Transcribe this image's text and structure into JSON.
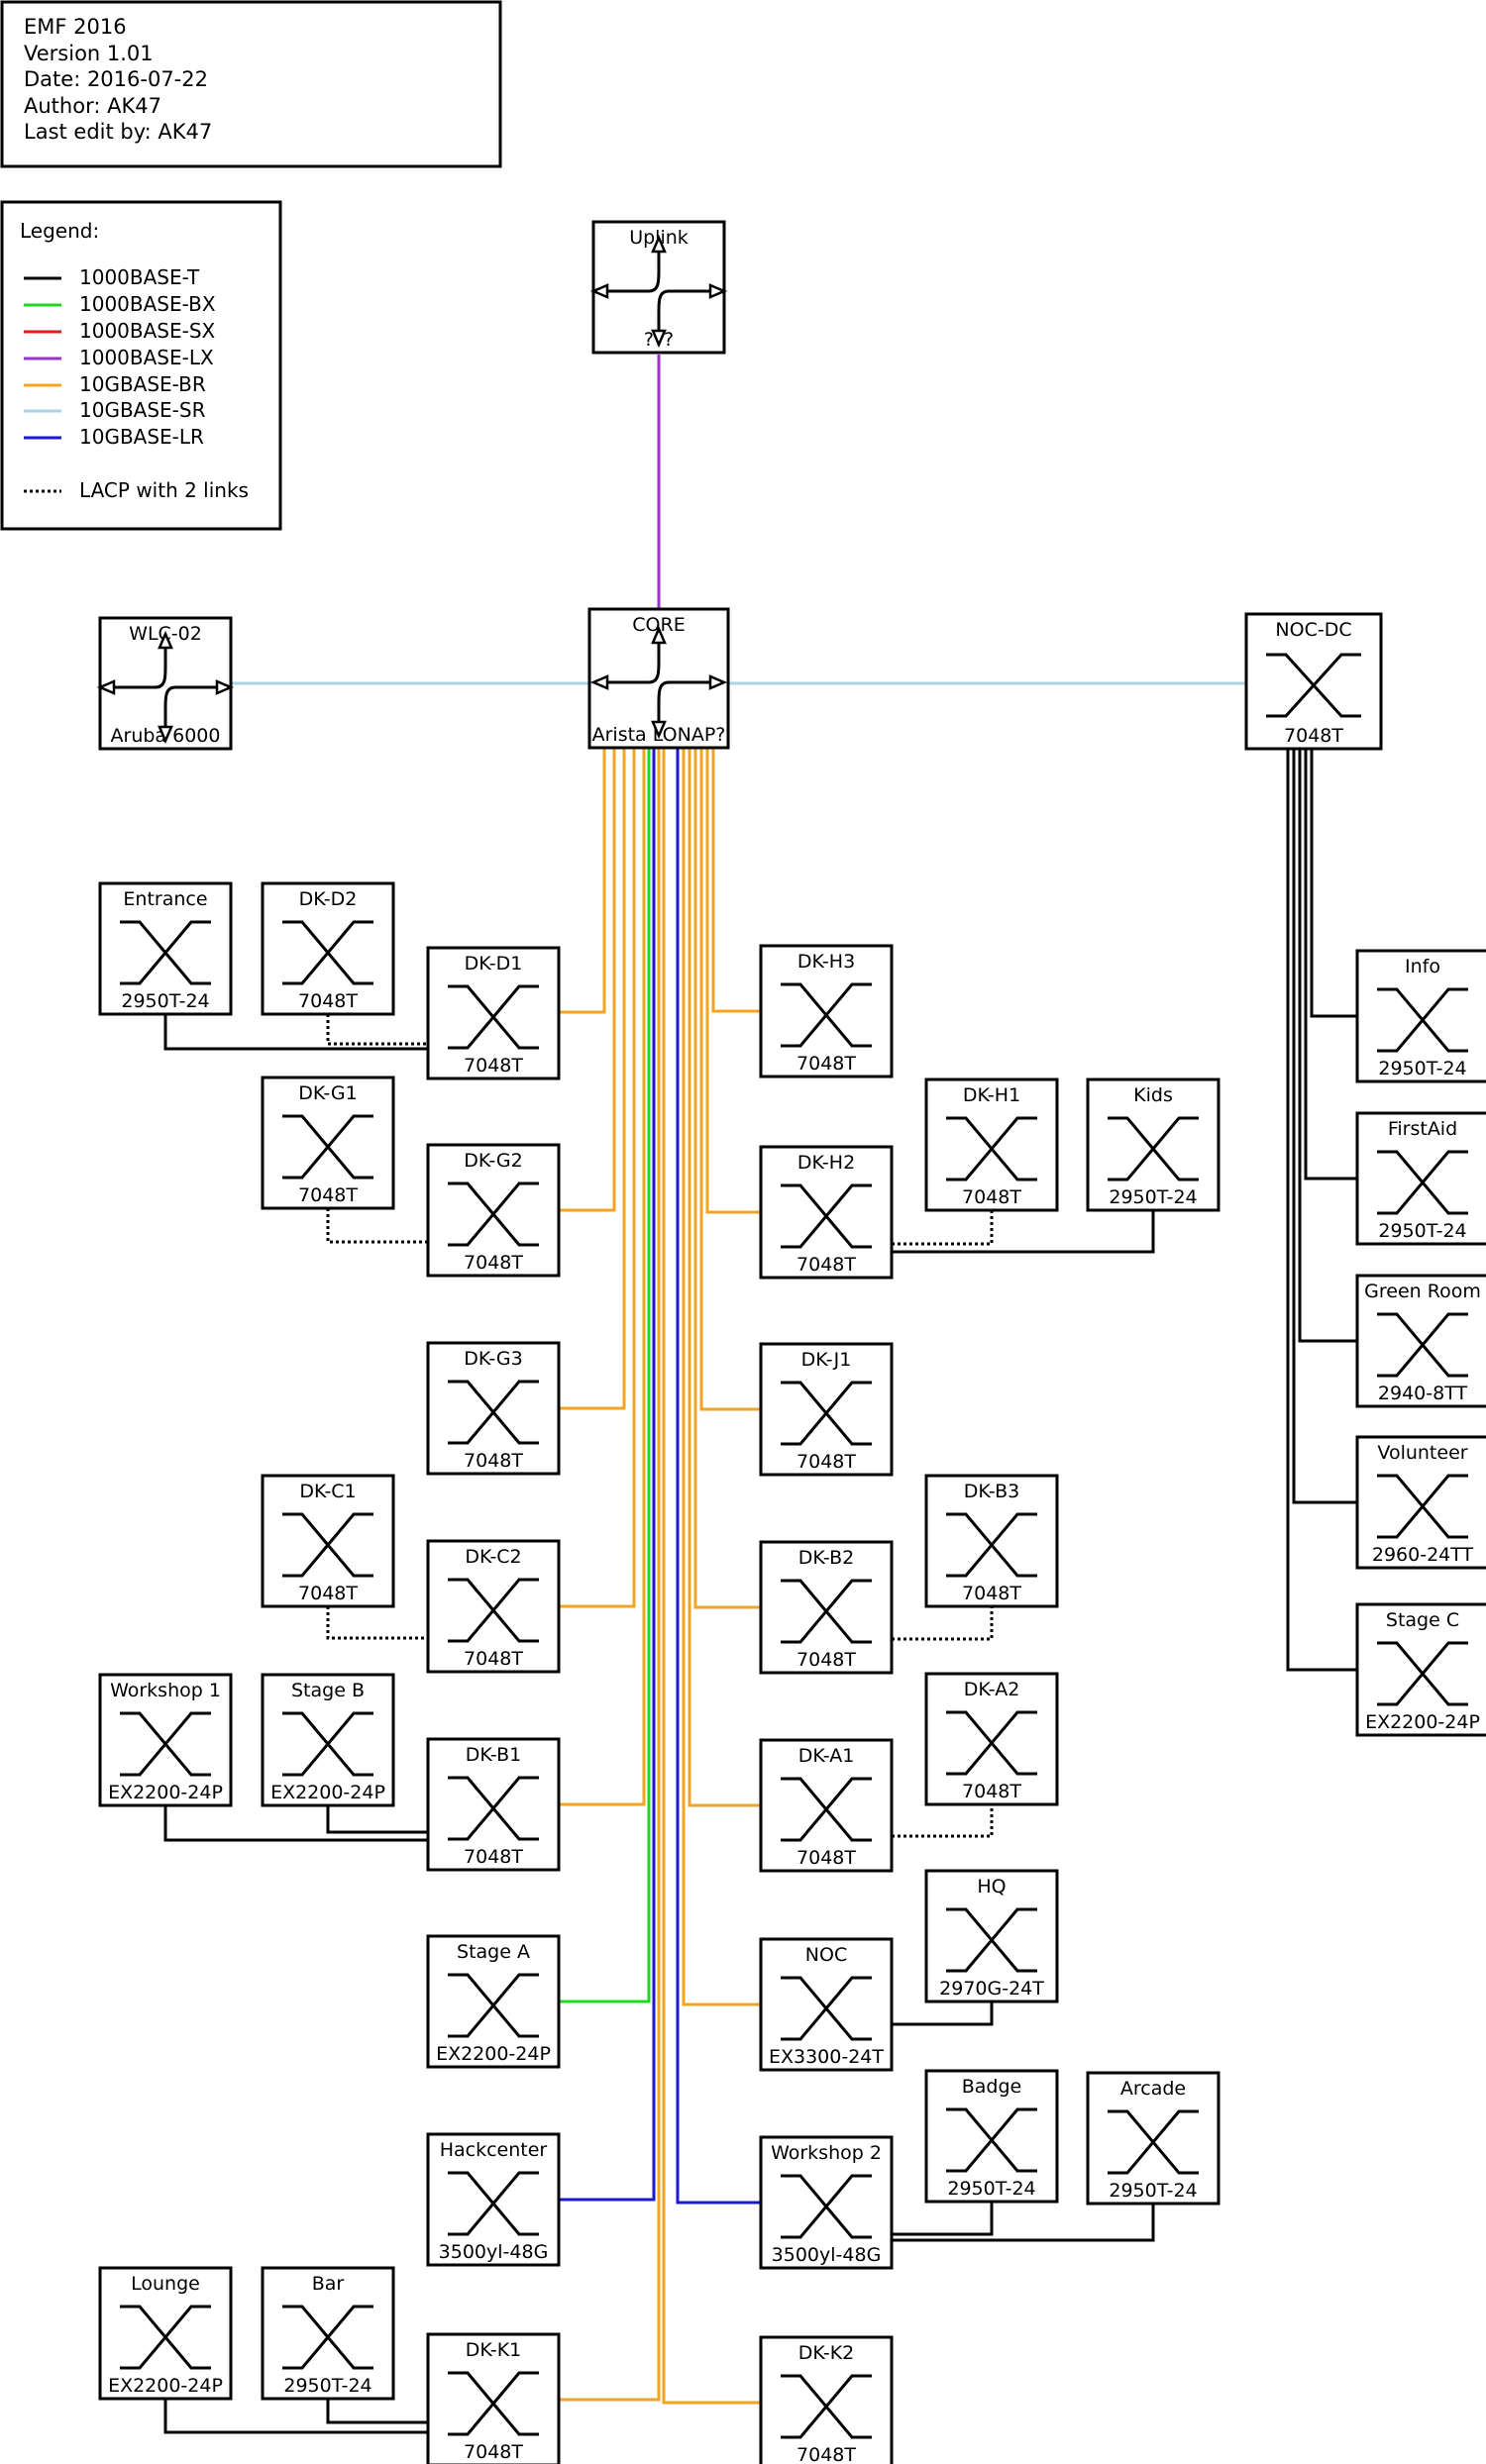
{
  "info": {
    "lines": [
      "EMF 2016",
      "Version 1.01",
      "Date: 2016-07-22",
      "Author: AK47",
      "Last edit by: AK47"
    ]
  },
  "legend": {
    "title": "Legend:",
    "items": [
      {
        "label": "1000BASE-T",
        "color": "#000000",
        "dashed": false
      },
      {
        "label": "1000BASE-BX",
        "color": "#1fd81f",
        "dashed": false
      },
      {
        "label": "1000BASE-SX",
        "color": "#e01c1c",
        "dashed": false
      },
      {
        "label": "1000BASE-LX",
        "color": "#9a35c8",
        "dashed": false
      },
      {
        "label": "10GBASE-BR",
        "color": "#f4a422",
        "dashed": false
      },
      {
        "label": "10GBASE-SR",
        "color": "#a8d4e6",
        "dashed": false
      },
      {
        "label": "10GBASE-LR",
        "color": "#1a1ad0",
        "dashed": false
      },
      {
        "label": "LACP with 2 links",
        "color": "#000000",
        "dashed": true
      }
    ]
  },
  "nodes": [
    {
      "id": "uplink",
      "name": "Uplink",
      "model": "???",
      "kind": "router"
    },
    {
      "id": "core",
      "name": "CORE",
      "model": "Arista LONAP?",
      "kind": "router"
    },
    {
      "id": "wlc02",
      "name": "WLC-02",
      "model": "Aruba 6000",
      "kind": "router"
    },
    {
      "id": "nocdc",
      "name": "NOC-DC",
      "model": "7048T",
      "kind": "switch"
    },
    {
      "id": "entrance",
      "name": "Entrance",
      "model": "2950T-24",
      "kind": "switch"
    },
    {
      "id": "dkd2",
      "name": "DK-D2",
      "model": "7048T",
      "kind": "switch"
    },
    {
      "id": "dkd1",
      "name": "DK-D1",
      "model": "7048T",
      "kind": "switch"
    },
    {
      "id": "dkh3",
      "name": "DK-H3",
      "model": "7048T",
      "kind": "switch"
    },
    {
      "id": "info",
      "name": "Info",
      "model": "2950T-24",
      "kind": "switch"
    },
    {
      "id": "dkg1",
      "name": "DK-G1",
      "model": "7048T",
      "kind": "switch"
    },
    {
      "id": "dkh1",
      "name": "DK-H1",
      "model": "7048T",
      "kind": "switch"
    },
    {
      "id": "kids",
      "name": "Kids",
      "model": "2950T-24",
      "kind": "switch"
    },
    {
      "id": "dkg2",
      "name": "DK-G2",
      "model": "7048T",
      "kind": "switch"
    },
    {
      "id": "dkh2",
      "name": "DK-H2",
      "model": "7048T",
      "kind": "switch"
    },
    {
      "id": "firstaid",
      "name": "FirstAid",
      "model": "2950T-24",
      "kind": "switch"
    },
    {
      "id": "greenroom",
      "name": "Green Room",
      "model": "2940-8TT",
      "kind": "switch"
    },
    {
      "id": "dkg3",
      "name": "DK-G3",
      "model": "7048T",
      "kind": "switch"
    },
    {
      "id": "dkj1",
      "name": "DK-J1",
      "model": "7048T",
      "kind": "switch"
    },
    {
      "id": "volunteer",
      "name": "Volunteer",
      "model": "2960-24TT",
      "kind": "switch"
    },
    {
      "id": "dkc1",
      "name": "DK-C1",
      "model": "7048T",
      "kind": "switch"
    },
    {
      "id": "dkb3",
      "name": "DK-B3",
      "model": "7048T",
      "kind": "switch"
    },
    {
      "id": "dkc2",
      "name": "DK-C2",
      "model": "7048T",
      "kind": "switch"
    },
    {
      "id": "dkb2",
      "name": "DK-B2",
      "model": "7048T",
      "kind": "switch"
    },
    {
      "id": "stagec",
      "name": "Stage C",
      "model": "EX2200-24P",
      "kind": "switch"
    },
    {
      "id": "workshop1",
      "name": "Workshop 1",
      "model": "EX2200-24P",
      "kind": "switch"
    },
    {
      "id": "stageb",
      "name": "Stage B",
      "model": "EX2200-24P",
      "kind": "switch"
    },
    {
      "id": "dka2",
      "name": "DK-A2",
      "model": "7048T",
      "kind": "switch"
    },
    {
      "id": "dkb1",
      "name": "DK-B1",
      "model": "7048T",
      "kind": "switch"
    },
    {
      "id": "dka1",
      "name": "DK-A1",
      "model": "7048T",
      "kind": "switch"
    },
    {
      "id": "hq",
      "name": "HQ",
      "model": "2970G-24T",
      "kind": "switch"
    },
    {
      "id": "stagea",
      "name": "Stage A",
      "model": "EX2200-24P",
      "kind": "switch"
    },
    {
      "id": "noc",
      "name": "NOC",
      "model": "EX3300-24T",
      "kind": "switch"
    },
    {
      "id": "badge",
      "name": "Badge",
      "model": "2950T-24",
      "kind": "switch"
    },
    {
      "id": "arcade",
      "name": "Arcade",
      "model": "2950T-24",
      "kind": "switch"
    },
    {
      "id": "hackcenter",
      "name": "Hackcenter",
      "model": "3500yl-48G",
      "kind": "switch"
    },
    {
      "id": "workshop2",
      "name": "Workshop 2",
      "model": "3500yl-48G",
      "kind": "switch"
    },
    {
      "id": "lounge",
      "name": "Lounge",
      "model": "EX2200-24P",
      "kind": "switch"
    },
    {
      "id": "bar",
      "name": "Bar",
      "model": "2950T-24",
      "kind": "switch"
    },
    {
      "id": "dkk1",
      "name": "DK-K1",
      "model": "7048T",
      "kind": "switch"
    },
    {
      "id": "dkk2",
      "name": "DK-K2",
      "model": "7048T",
      "kind": "switch"
    }
  ],
  "links": [
    {
      "from": "uplink",
      "to": "core",
      "type": "1000BASE-LX"
    },
    {
      "from": "wlc02",
      "to": "core",
      "type": "10GBASE-SR"
    },
    {
      "from": "core",
      "to": "nocdc",
      "type": "10GBASE-SR"
    },
    {
      "from": "core",
      "to": "dkd1",
      "type": "10GBASE-BR"
    },
    {
      "from": "core",
      "to": "dkg2",
      "type": "10GBASE-BR"
    },
    {
      "from": "core",
      "to": "dkg3",
      "type": "10GBASE-BR"
    },
    {
      "from": "core",
      "to": "dkc2",
      "type": "10GBASE-BR"
    },
    {
      "from": "core",
      "to": "dkb1",
      "type": "10GBASE-BR"
    },
    {
      "from": "core",
      "to": "stagea",
      "type": "1000BASE-BX"
    },
    {
      "from": "core",
      "to": "hackcenter",
      "type": "10GBASE-LR"
    },
    {
      "from": "core",
      "to": "workshop2",
      "type": "10GBASE-LR"
    },
    {
      "from": "core",
      "to": "dkk1",
      "type": "10GBASE-BR"
    },
    {
      "from": "core",
      "to": "dkk2",
      "type": "10GBASE-BR"
    },
    {
      "from": "core",
      "to": "dkh3",
      "type": "10GBASE-BR"
    },
    {
      "from": "core",
      "to": "dkh2",
      "type": "10GBASE-BR"
    },
    {
      "from": "core",
      "to": "dkj1",
      "type": "10GBASE-BR"
    },
    {
      "from": "core",
      "to": "dkb2",
      "type": "10GBASE-BR"
    },
    {
      "from": "core",
      "to": "dka1",
      "type": "10GBASE-BR"
    },
    {
      "from": "core",
      "to": "noc",
      "type": "10GBASE-BR"
    },
    {
      "from": "nocdc",
      "to": "info",
      "type": "1000BASE-T"
    },
    {
      "from": "nocdc",
      "to": "firstaid",
      "type": "1000BASE-T"
    },
    {
      "from": "nocdc",
      "to": "greenroom",
      "type": "1000BASE-T"
    },
    {
      "from": "nocdc",
      "to": "volunteer",
      "type": "1000BASE-T"
    },
    {
      "from": "nocdc",
      "to": "stagec",
      "type": "1000BASE-T"
    },
    {
      "from": "entrance",
      "to": "dkd1",
      "type": "1000BASE-T"
    },
    {
      "from": "dkd2",
      "to": "dkd1",
      "type": "LACP"
    },
    {
      "from": "dkg1",
      "to": "dkg2",
      "type": "LACP"
    },
    {
      "from": "dkc1",
      "to": "dkc2",
      "type": "LACP"
    },
    {
      "from": "workshop1",
      "to": "dkb1",
      "type": "1000BASE-T"
    },
    {
      "from": "stageb",
      "to": "dkb1",
      "type": "1000BASE-T"
    },
    {
      "from": "lounge",
      "to": "dkk1",
      "type": "1000BASE-T"
    },
    {
      "from": "bar",
      "to": "dkk1",
      "type": "1000BASE-T"
    },
    {
      "from": "dkh2",
      "to": "dkh1",
      "type": "LACP"
    },
    {
      "from": "dkh2",
      "to": "kids",
      "type": "1000BASE-T"
    },
    {
      "from": "dkb2",
      "to": "dkb3",
      "type": "LACP"
    },
    {
      "from": "dka1",
      "to": "dka2",
      "type": "LACP"
    },
    {
      "from": "noc",
      "to": "hq",
      "type": "1000BASE-T"
    },
    {
      "from": "workshop2",
      "to": "badge",
      "type": "1000BASE-T"
    },
    {
      "from": "workshop2",
      "to": "arcade",
      "type": "1000BASE-T"
    }
  ]
}
